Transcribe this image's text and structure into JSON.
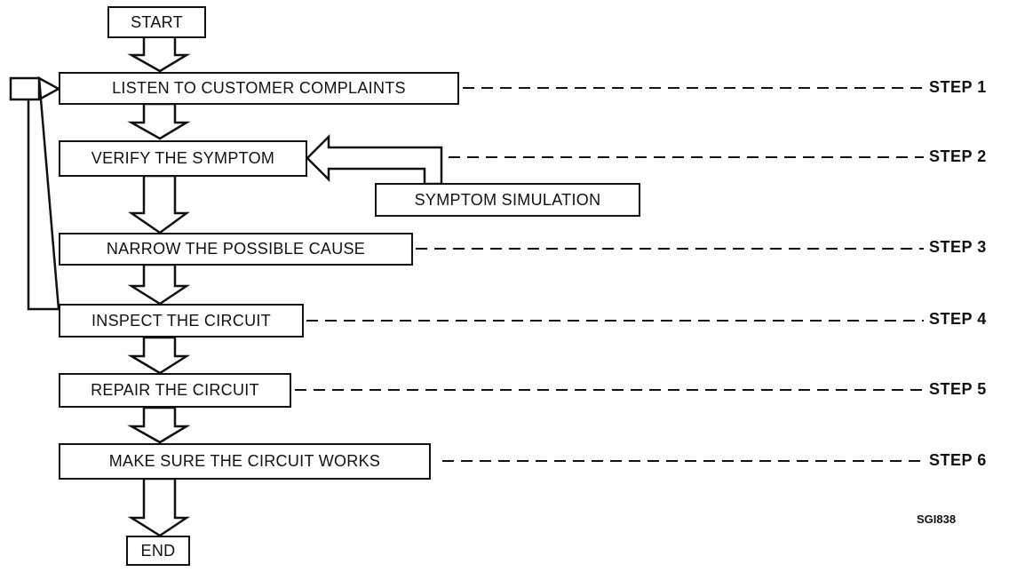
{
  "nodes": {
    "start": "START",
    "listen": "LISTEN TO CUSTOMER COMPLAINTS",
    "verify": "VERIFY THE SYMPTOM",
    "simulation": "SYMPTOM SIMULATION",
    "narrow": "NARROW THE POSSIBLE CAUSE",
    "inspect": "INSPECT THE CIRCUIT",
    "repair": "REPAIR THE CIRCUIT",
    "works": "MAKE SURE THE CIRCUIT WORKS",
    "end": "END"
  },
  "steps": [
    "STEP 1",
    "STEP 2",
    "STEP 3",
    "STEP 4",
    "STEP 5",
    "STEP 6"
  ],
  "figure_code": "SGI838"
}
